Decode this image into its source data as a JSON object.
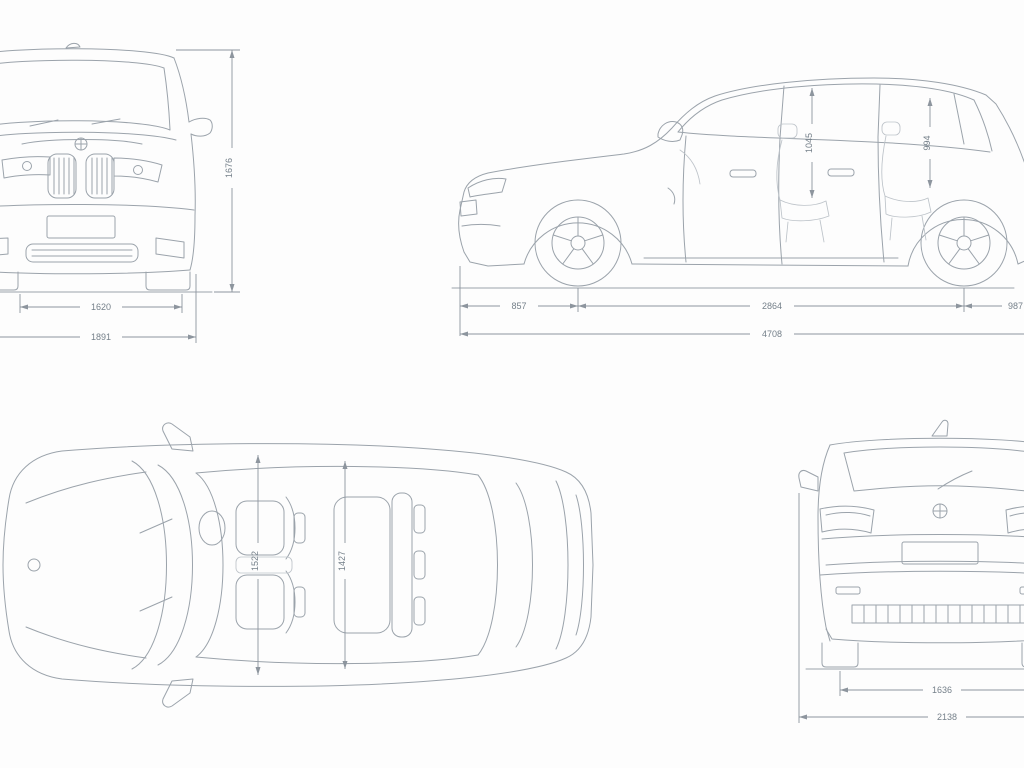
{
  "views": {
    "front": {
      "height": "1676",
      "track": "1620",
      "width": "1891"
    },
    "side": {
      "front_overhang": "857",
      "wheelbase": "2864",
      "rear_overhang": "987",
      "length": "4708",
      "headroom_front": "1045",
      "headroom_rear": "994"
    },
    "top": {
      "interior_width_front": "1522",
      "interior_width_rear": "1427"
    },
    "rear": {
      "track": "1636",
      "width_incl_mirrors": "2138"
    }
  },
  "colors": {
    "line_art": "#9ba3ab",
    "dimension_lines": "#8d959e",
    "label_text": "#75808a",
    "background": "#fdfdfd"
  }
}
